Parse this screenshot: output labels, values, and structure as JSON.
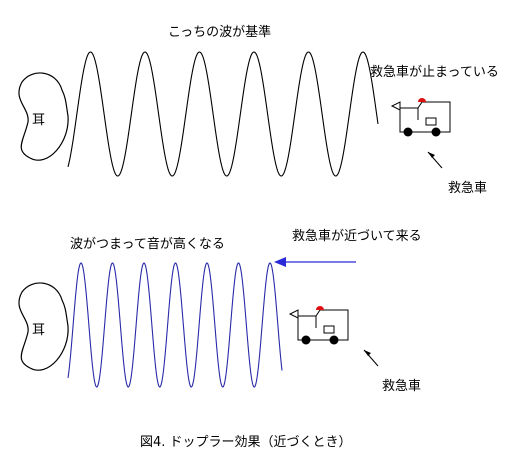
{
  "top": {
    "label_wave": "こっちの波が基準",
    "label_stopped": "救急車が止まっている",
    "ear_label": "耳",
    "ambulance_label": "救急車",
    "wave_color": "#000000"
  },
  "bottom": {
    "label_wave": "波がつまって音が高くなる",
    "label_approach": "救急車が近づいて来る",
    "ear_label": "耳",
    "ambulance_label": "救急車",
    "wave_color": "#2a2aa8",
    "arrow_color": "#2a2ad8"
  },
  "caption": "図4. ドップラー効果（近づくとき）",
  "colors": {
    "siren": "#e01010",
    "line": "#000000"
  }
}
